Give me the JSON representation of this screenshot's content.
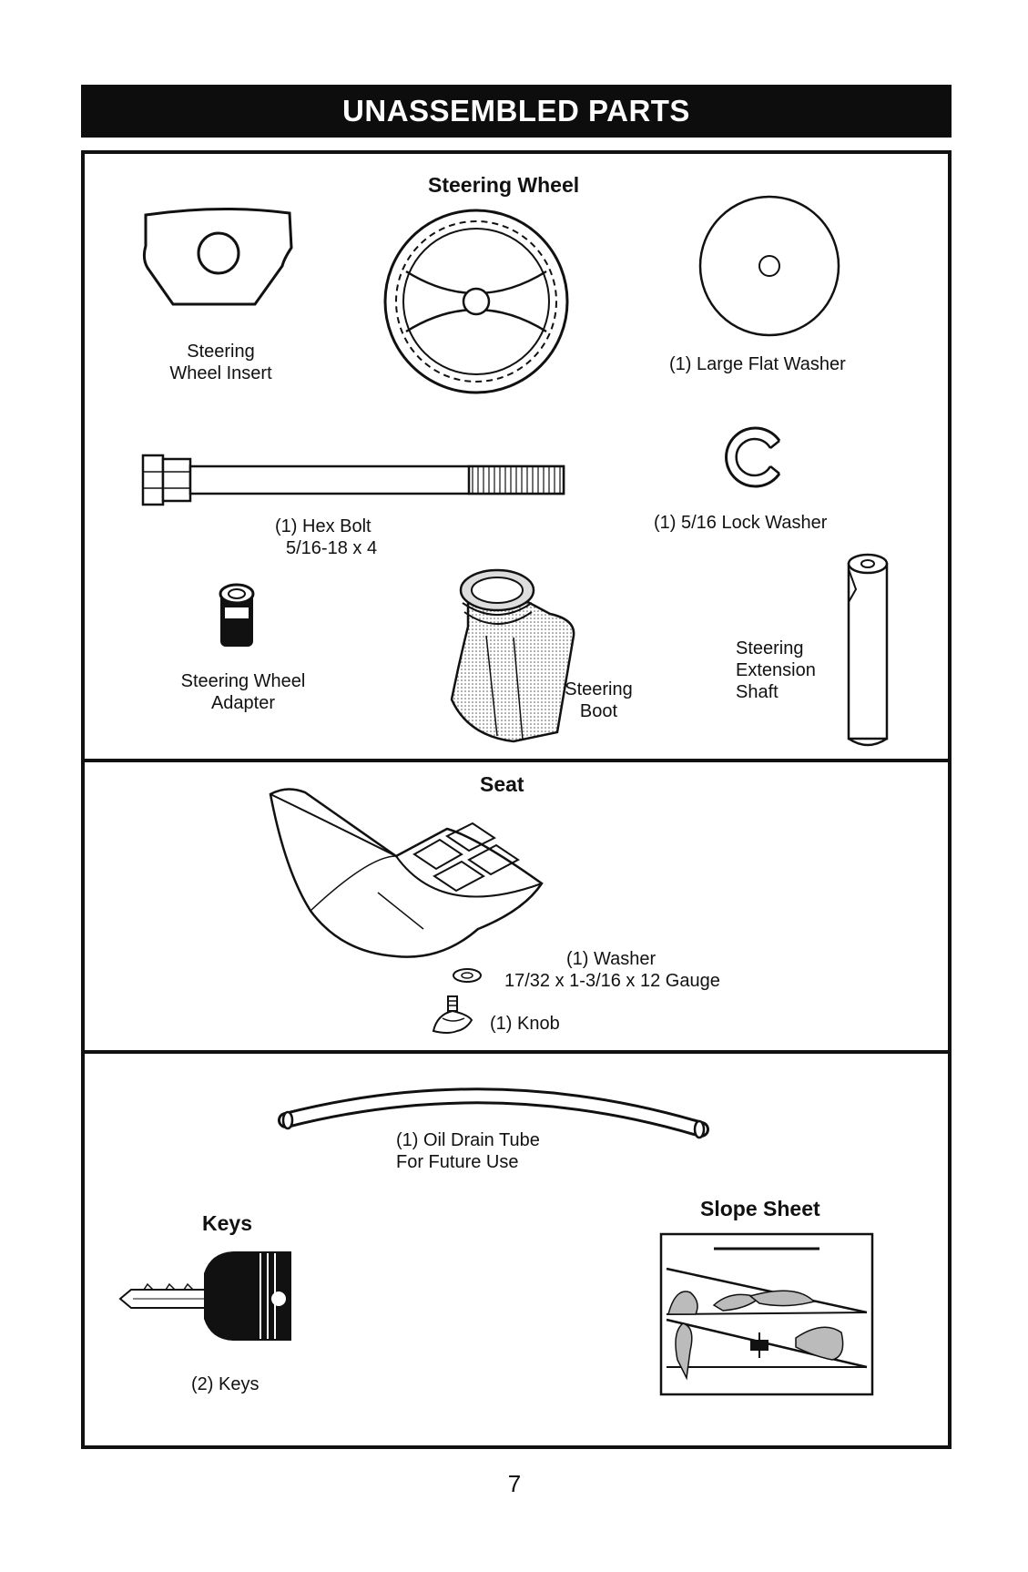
{
  "banner": {
    "title": "UNASSEMBLED PARTS"
  },
  "section1": {
    "steering_wheel_heading": "Steering Wheel",
    "steering_wheel_insert": [
      "Steering",
      "Wheel Insert"
    ],
    "large_flat_washer": "(1) Large Flat Washer",
    "hex_bolt": [
      "(1) Hex Bolt",
      "5/16-18 x 4"
    ],
    "lock_washer": "(1) 5/16 Lock Washer",
    "steering_wheel_adapter": [
      "Steering Wheel",
      "Adapter"
    ],
    "steering_boot": [
      "Steering",
      "Boot"
    ],
    "steering_extension_shaft": [
      "Steering",
      "Extension",
      "Shaft"
    ]
  },
  "section2": {
    "seat_heading": "Seat",
    "washer": [
      "(1) Washer",
      "17/32 x 1-3/16 x 12 Gauge"
    ],
    "knob": "(1) Knob"
  },
  "section3": {
    "oil_drain_tube": [
      "(1) Oil Drain Tube",
      "For Future Use"
    ],
    "keys_heading": "Keys",
    "keys_label": "(2) Keys",
    "slope_sheet_heading": "Slope Sheet"
  },
  "footer": {
    "page_number": "7"
  }
}
